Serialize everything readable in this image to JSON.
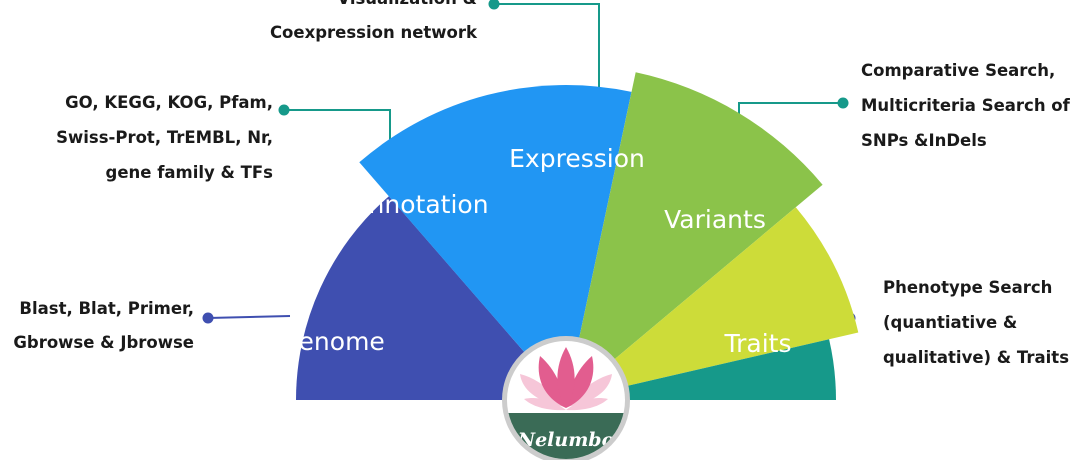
{
  "segments": [
    {
      "id": "genome",
      "label": "Genome",
      "color": "#3f4fb0"
    },
    {
      "id": "annotation",
      "label": "Annotation",
      "color": "#2196f3"
    },
    {
      "id": "expression",
      "label": "Expression",
      "color": "#8bc34a"
    },
    {
      "id": "variants",
      "label": "Variants",
      "color": "#cddc39"
    },
    {
      "id": "traits",
      "label": "Traits",
      "color": "#16998a"
    }
  ],
  "descriptions": {
    "genome": [
      "Blast, Blat, Primer,",
      "Gbrowse & Jbrowse"
    ],
    "annotation": [
      "GO, KEGG, KOG, Pfam,",
      "Swiss-Prot, TrEMBL, Nr,",
      "gene family & TFs"
    ],
    "expression": [
      "Visualization &",
      "Coexpression network"
    ],
    "variants": [
      "Comparative Search,",
      "Multicriteria Search of",
      "SNPs &InDels"
    ],
    "traits": [
      "Phenotype Search",
      "(quantiative &",
      "qualitative) & Traits"
    ]
  },
  "connector_colors": {
    "genome": "#3f4fb0",
    "annotation": "#16998a",
    "expression": "#16998a",
    "variants": "#16998a",
    "traits": "#3f4fb0"
  },
  "logo": {
    "name": "Nelumbo",
    "ring_color": "#cccccc",
    "sky_color": "#ffffff",
    "ground_color": "#3a6b56",
    "petal_color": "#e25d8f",
    "petal_light": "#f6c6d8"
  }
}
